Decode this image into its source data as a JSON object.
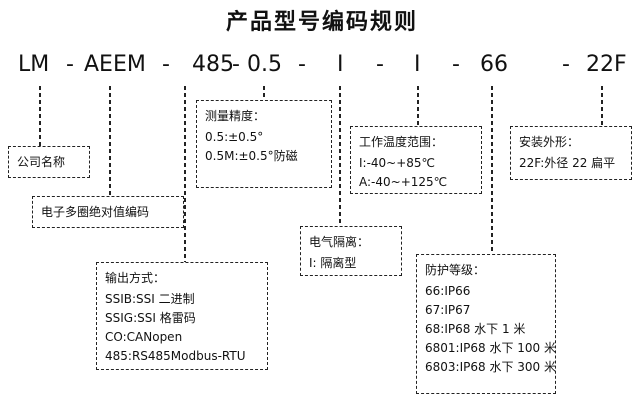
{
  "title": "产品型号编码规则",
  "code_segments": [
    "LM",
    "-",
    "AEEM",
    "-",
    "485",
    "-",
    "0.5",
    "-",
    "I",
    "-",
    "I",
    "-",
    "66",
    "-",
    "22F"
  ],
  "boxes": {
    "company": {
      "title": "公司名称"
    },
    "encoder": {
      "title": "电子多圈绝对值编码"
    },
    "output": {
      "title": "输出方式：",
      "items": [
        "SSIB:SSI 二进制",
        "SSIG:SSI 格雷码",
        "CO:CANopen",
        "485:RS485Modbus-RTU"
      ]
    },
    "precision": {
      "title": "测量精度：",
      "items": [
        "0.5:±0.5°",
        "0.5M:±0.5°防磁"
      ]
    },
    "isolation": {
      "title": "电气隔离：",
      "items": [
        "I:  隔离型"
      ]
    },
    "temperature": {
      "title": "工作温度范围：",
      "items": [
        "I:-40~+85℃",
        "A:-40~+125℃"
      ]
    },
    "protection": {
      "title": "防护等级：",
      "items": [
        "66:IP66",
        "67:IP67",
        "68:IP68 水下 1 米",
        "6801:IP68 水下 100 米",
        "6803:IP68 水下 300 米"
      ]
    },
    "shape": {
      "title": "安装外形：",
      "items": [
        "22F:外径 22 扁平"
      ]
    }
  },
  "colors": {
    "line": "#222222",
    "text": "#111111",
    "background": "#ffffff"
  }
}
